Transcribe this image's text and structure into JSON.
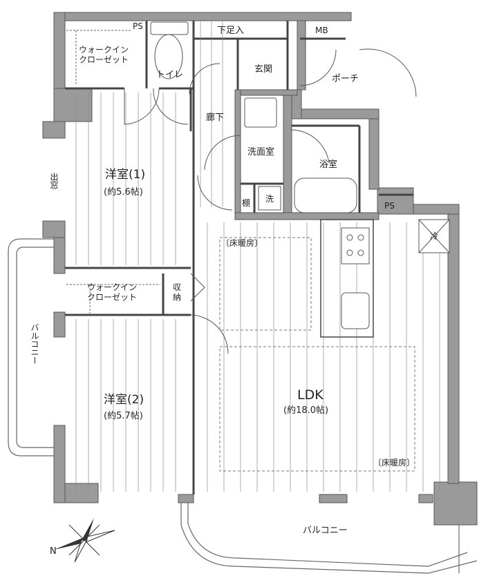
{
  "rooms": {
    "walk_in_closet_1": "ウォークイン\nクローゼット",
    "ps_top": "PS",
    "toilet": "トイレ",
    "shoe_closet": "下足入",
    "mb": "MB",
    "entrance": "玄関",
    "porch": "ポーチ",
    "hallway": "廊下",
    "western_room_1": "洋室(1)",
    "western_room_1_size": "(約5.6帖)",
    "washroom": "洗面室",
    "bathroom": "浴室",
    "bay_window": "出窓",
    "shelf": "棚",
    "washer": "洗",
    "ps_right": "PS",
    "fridge": "冷",
    "floor_heating_1": "〔床暖房〕",
    "walk_in_closet_2": "ウォークイン\nクローゼット",
    "storage": "収\n納",
    "western_room_2": "洋室(2)",
    "western_room_2_size": "(約5.7帖)",
    "ldk": "LDK",
    "ldk_size": "(約18.0帖)",
    "floor_heating_2": "〔床暖房〕",
    "balcony_left": "バルコニー",
    "balcony_bottom": "バルコニー",
    "compass_n": "N"
  },
  "colors": {
    "wall": "#9a9a9a",
    "wall_edge": "#555555",
    "line": "#444444",
    "floor_line": "#777777"
  }
}
